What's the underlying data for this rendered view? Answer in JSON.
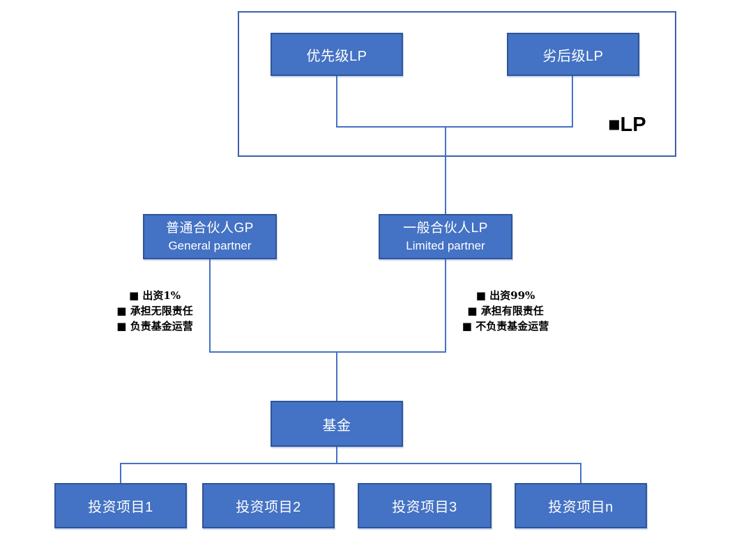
{
  "diagram": {
    "lp_group": {
      "badge": "■LP"
    },
    "senior_lp": {
      "label": "优先级LP"
    },
    "junior_lp": {
      "label": "劣后级LP"
    },
    "gp": {
      "title": "普通合伙人GP",
      "subtitle": "General partner"
    },
    "lp": {
      "title": "一般合伙人LP",
      "subtitle": "Limited partner"
    },
    "gp_notes": [
      "■ 出资1%",
      "■ 承担无限责任",
      "■ 负责基金运营"
    ],
    "lp_notes": [
      "■ 出资99%",
      "■ 承担有限责任",
      "■ 不负责基金运营"
    ],
    "fund": {
      "label": "基金"
    },
    "projects": [
      "投资项目1",
      "投资项目2",
      "投资项目3",
      "投资项目n"
    ]
  },
  "colors": {
    "node_fill": "#4472C4",
    "node_border": "#2F5597",
    "connector": "#4472C4",
    "group_border": "#3F5FA5",
    "node_text": "#FFFFFF",
    "note_text": "#000000",
    "background": "#FFFFFF"
  }
}
